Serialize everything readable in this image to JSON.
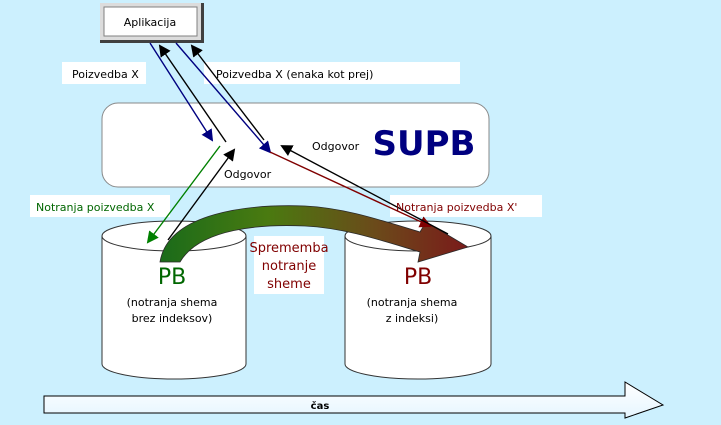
{
  "app_box": {
    "label": "Aplikacija"
  },
  "arrows": {
    "query_left": "Poizvedba X",
    "query_right": "Poizvedba X (enaka kot prej)",
    "answer_upper": "Odgovor",
    "answer_lower": "Odgovor"
  },
  "dbms": {
    "label": "SUPB"
  },
  "internal_queries": {
    "left": "Notranja poizvedba X",
    "right": "Notranja poizvedba X'"
  },
  "db_left": {
    "title": "PB",
    "line1": "(notranja shema",
    "line2": "brez indeksov)"
  },
  "db_right": {
    "title": "PB",
    "line1": "(notranja shema",
    "line2": "z indeksi)"
  },
  "change": {
    "line1": "Sprememba",
    "line2": "notranje",
    "line3": "sheme"
  },
  "time_axis": {
    "label": "čas"
  },
  "colors": {
    "background": "#ccf0fe",
    "dbms_title": "#000080",
    "green": "#006600",
    "dark_red": "#800000",
    "blue_arrow": "#000080",
    "green_arrow": "#008000",
    "red_arrow": "#800000"
  }
}
